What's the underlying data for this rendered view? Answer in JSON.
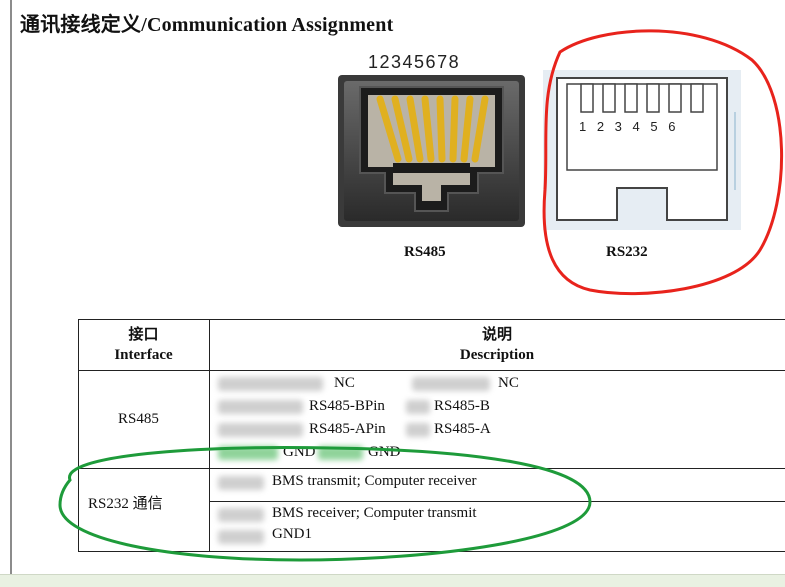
{
  "page": {
    "title": "通讯接线定义/Communication Assignment"
  },
  "figure": {
    "rs485_pins": "12345678",
    "rs232_pins": "1 2 3 4 5 6",
    "rs485_label": "RS485",
    "rs232_label": "RS232"
  },
  "table": {
    "header": {
      "col1_cn": "接口",
      "col1_en": "Interface",
      "col2_cn": "说明",
      "col2_en": "Description"
    },
    "rs485": {
      "interface": "RS485",
      "nc_left": "NC",
      "nc_right": "NC",
      "bpin": "RS485-BPin",
      "b": "RS485-B",
      "apin": "RS485-APin",
      "a": "RS485-A",
      "gnd_left": "GND",
      "gnd_right": "GND"
    },
    "rs232": {
      "interface": "RS232 通信",
      "row1": "BMS transmit; Computer receiver",
      "row2": "BMS receiver; Computer transmit",
      "row3": "GND1"
    }
  },
  "colors": {
    "red_annotation": "#e8231c",
    "green_annotation": "#1e9b3a",
    "gold_contacts": "#e0b020"
  }
}
